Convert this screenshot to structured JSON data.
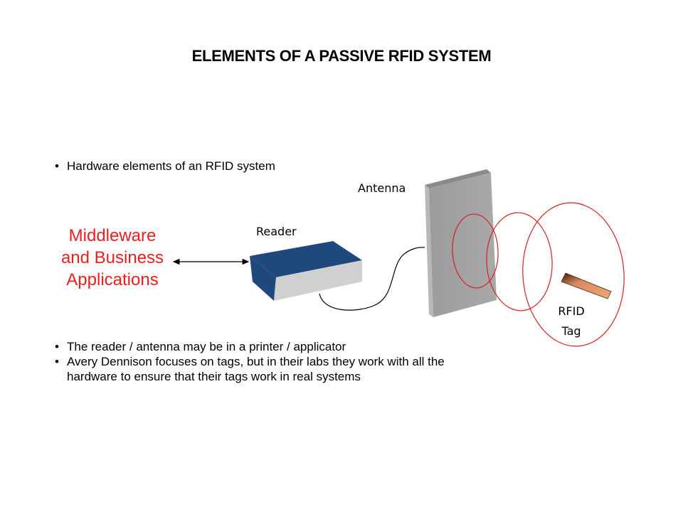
{
  "slide": {
    "title": "ELEMENTS OF A PASSIVE RFID SYSTEM",
    "bullets_top": [
      {
        "marker": "•",
        "text": "Hardware elements of an RFID system"
      }
    ],
    "bullets_bottom": [
      {
        "marker": "•",
        "text": "The reader / antenna may be in a printer / applicator"
      },
      {
        "marker": "•",
        "text": "Avery Dennison focuses on tags, but in their labs they work with all the hardware to ensure that their tags work in real systems"
      }
    ]
  },
  "diagram": {
    "middleware": {
      "lines": [
        "Middleware",
        "and Business",
        "Applications"
      ],
      "color": "#e8201e"
    },
    "reader": {
      "label": "Reader",
      "top_color": "#1f497d",
      "side_color": "#d0d0d0"
    },
    "antenna": {
      "label": "Antenna",
      "color": "#a6a6a6"
    },
    "tag": {
      "label_lines": [
        "RFID",
        "Tag"
      ],
      "color": "#e0956a"
    },
    "field_color": "#d42020",
    "arrow_icon": "double-arrow-icon"
  }
}
